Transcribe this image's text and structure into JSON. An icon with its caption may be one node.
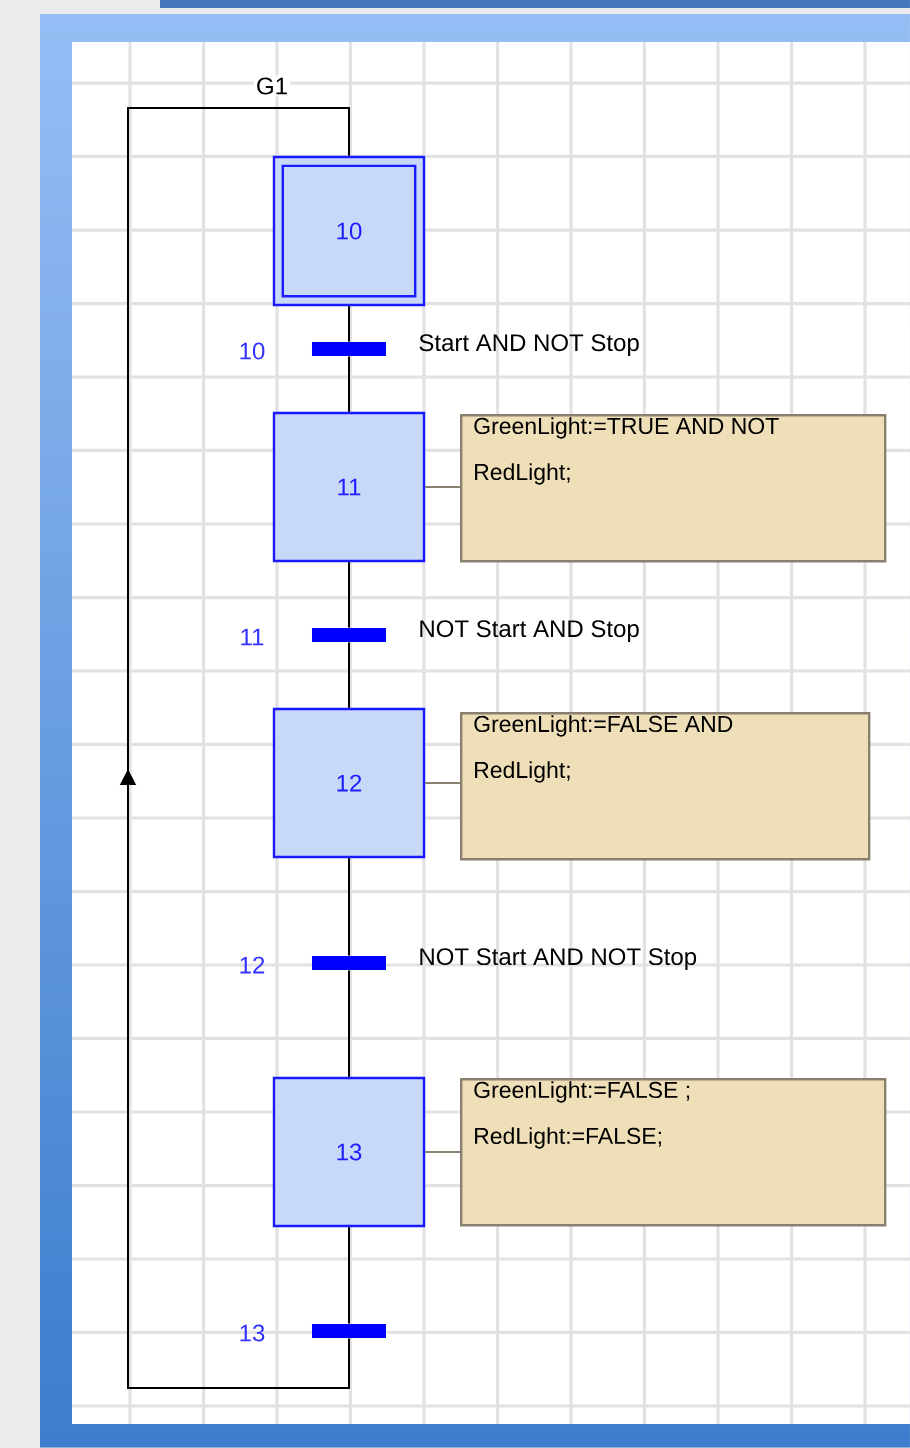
{
  "diagram": {
    "nodes": [
      {
        "text": [
          "10"
        ]
      },
      {
        "text": [],
        "shape": "bar",
        "beside": [
          "10",
          "Start AND NOT Stop"
        ]
      },
      {
        "text": [
          "11"
        ]
      },
      {
        "text": [
          "GreenLight:=TRUE AND NOT RedLight;"
        ]
      },
      {
        "text": [],
        "shape": "bar",
        "beside": [
          "11",
          "NOT Start AND Stop"
        ]
      },
      {
        "text": [
          "12"
        ]
      },
      {
        "text": [
          "GreenLight:=FALSE AND RedLight;"
        ]
      },
      {
        "text": [],
        "shape": "bar",
        "beside": [
          "12",
          "NOT Start AND NOT Stop"
        ]
      },
      {
        "text": [
          "13"
        ]
      },
      {
        "text": [
          "GreenLight:=FALSE ; RedLight:=FALSE;"
        ]
      },
      {
        "text": [],
        "shape": "bar",
        "beside": [
          "13"
        ]
      }
    ],
    "edges": [
      {
        "from": 0,
        "to": 1,
        "arrow": "none"
      },
      {
        "from": 1,
        "to": 2,
        "arrow": "none"
      },
      {
        "from": 2,
        "to": 3,
        "arrow": "none",
        "color": "#8a8070"
      },
      {
        "from": 2,
        "to": 4,
        "arrow": "none"
      },
      {
        "from": 4,
        "to": 5,
        "arrow": "none"
      },
      {
        "from": 5,
        "to": 6,
        "arrow": "none",
        "color": "#8a8070"
      },
      {
        "from": 5,
        "to": 7,
        "arrow": "none"
      },
      {
        "from": 7,
        "to": 8,
        "arrow": "none"
      },
      {
        "from": 8,
        "to": 9,
        "arrow": "none",
        "color": "#8a8070"
      },
      {
        "from": 8,
        "to": 10,
        "arrow": "none"
      },
      {
        "from": 10,
        "to": 0,
        "arrow": "to",
        "label": "G1"
      }
    ]
  }
}
